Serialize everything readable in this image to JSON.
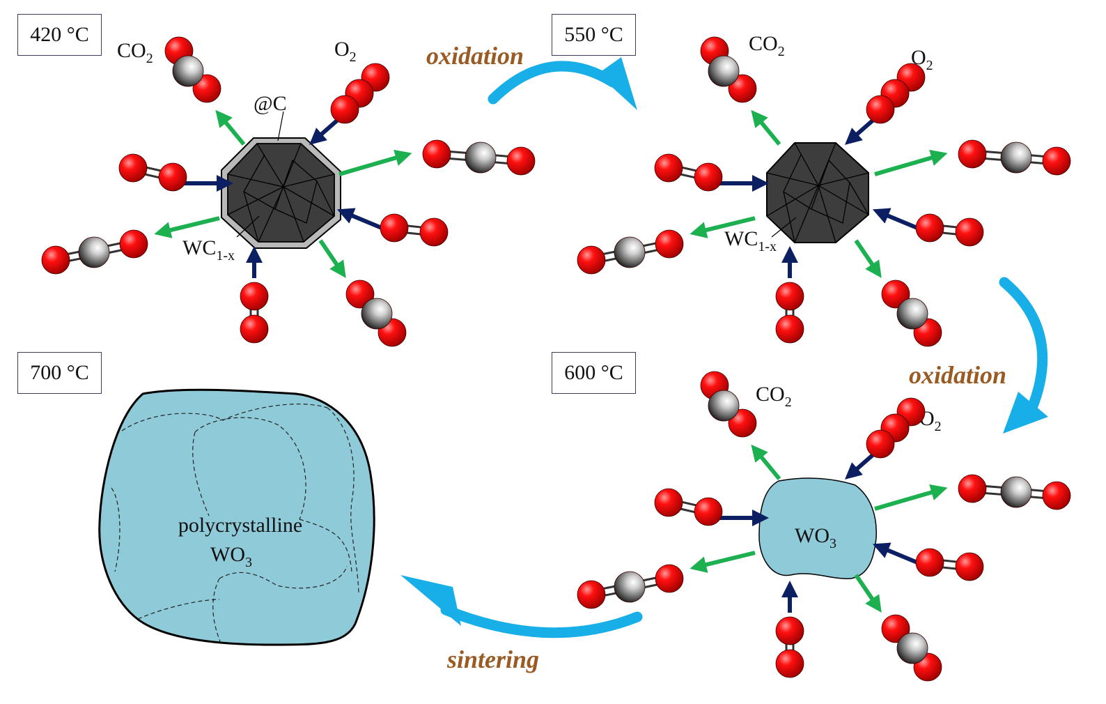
{
  "temperatures": [
    "420 °C",
    "550 °C",
    "600 °C",
    "700 °C"
  ],
  "processes": {
    "oxidation_1": "oxidation",
    "oxidation_2": "oxidation",
    "sintering": "sintering"
  },
  "labels": {
    "co2_base": "CO",
    "co2_sub": "2",
    "o2_base": "O",
    "o2_sub": "2",
    "carbon_shell": "@C",
    "wc_base": "WC",
    "wc_sub": "1-x",
    "wo3_base": "WO",
    "wo3_sub": "3",
    "poly_line1": "polycrystalline",
    "poly_base": "WO",
    "poly_sub": "3"
  },
  "colors": {
    "oxygen_atom": "#e00000",
    "carbon_atom": "#3a3a3a",
    "green_arrow": "#1db050",
    "navy_arrow": "#0d1f63",
    "cycle_arrow": "#18aee8",
    "particle_dark": "#3d3d3d",
    "wo3_fill": "#8fcad8",
    "process_text": "#9a5a23"
  }
}
